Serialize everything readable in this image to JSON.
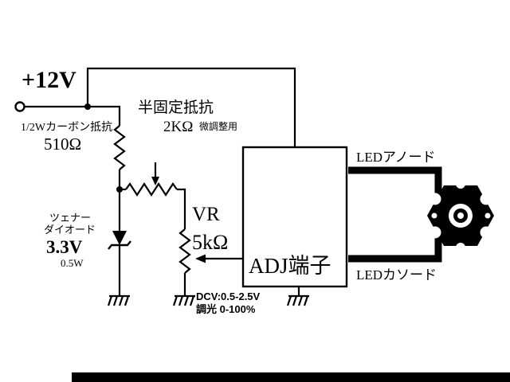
{
  "diagram": {
    "type": "circuit-schematic",
    "background": "#ffffff",
    "ink_color": "#000000"
  },
  "labels": {
    "supply_voltage": "+12V",
    "resistor_name": "1/2Wカーボン抵抗",
    "resistor_value": "510Ω",
    "trimmer_name": "半固定抵抗",
    "trimmer_value": "2KΩ",
    "trimmer_note": "微調整用",
    "zener_name_line1": "ツェナー",
    "zener_name_line2": "ダイオード",
    "zener_voltage": "3.3V",
    "zener_power": "0.5W",
    "vr_name": "VR",
    "vr_value": "5kΩ",
    "adj_terminal": "ADJ端子",
    "led_anode": "LEDアノード",
    "led_cathode": "LEDカソード",
    "adj_voltage_range": "DCV:0.5-2.5V",
    "dimming_range": "調光 0-100%"
  }
}
